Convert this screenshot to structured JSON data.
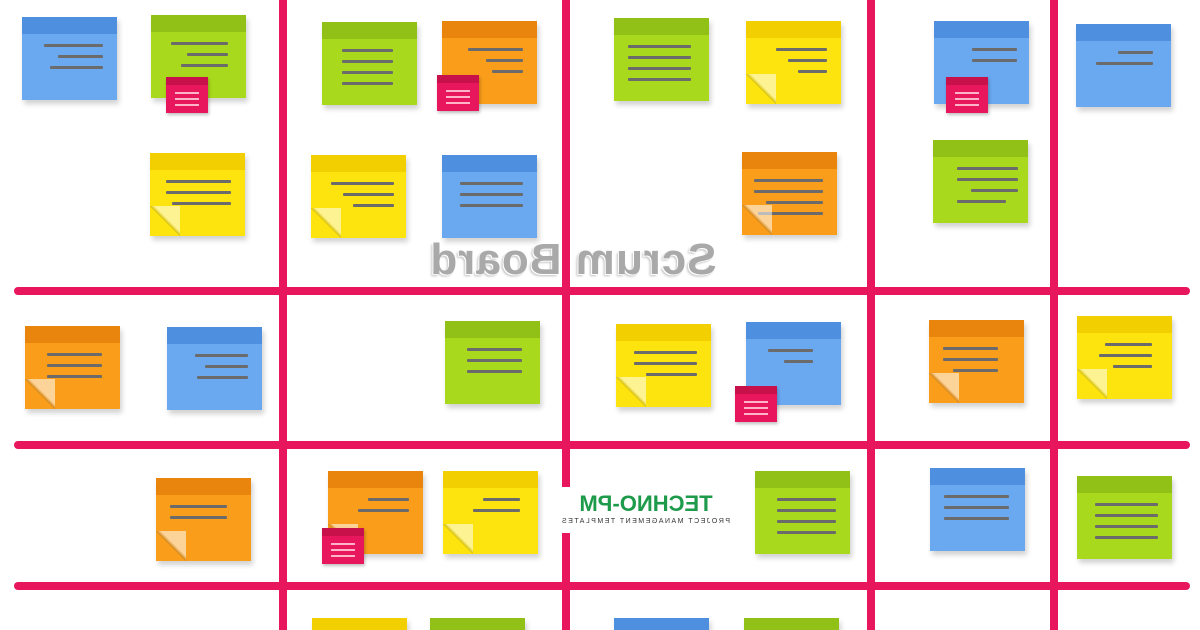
{
  "title": "Scrum Board",
  "logo": {
    "brand": "TECHNO-PM",
    "tagline": "PROJECT MANAGEMENT TEMPLATES"
  },
  "colors": {
    "grid": "#e8175d",
    "yellow": "#fde40f",
    "blue": "#6aa8f0",
    "green": "#a9d91c",
    "orange": "#f99d1b",
    "tag": "#e8175d"
  }
}
